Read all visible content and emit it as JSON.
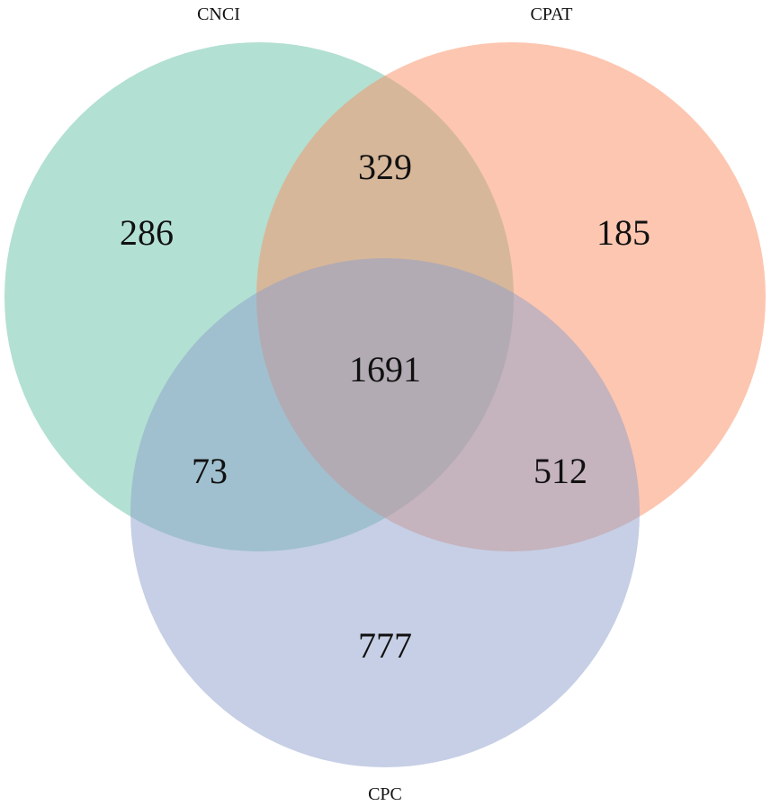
{
  "sets": [
    {
      "key": "cnci",
      "name": "CNCI",
      "color": "#66c2a5"
    },
    {
      "key": "cpat",
      "name": "CPAT",
      "color": "#fc8d62"
    },
    {
      "key": "cpc",
      "name": "CPC",
      "color": "#8da0cb"
    }
  ],
  "regions": {
    "cnci_only": "286",
    "cpat_only": "185",
    "cpc_only": "777",
    "cnci_cpat": "329",
    "cnci_cpc": "73",
    "cpat_cpc": "512",
    "all_three": "1691"
  },
  "style": {
    "fill_opacity": 0.5,
    "text_color": "#111111"
  }
}
